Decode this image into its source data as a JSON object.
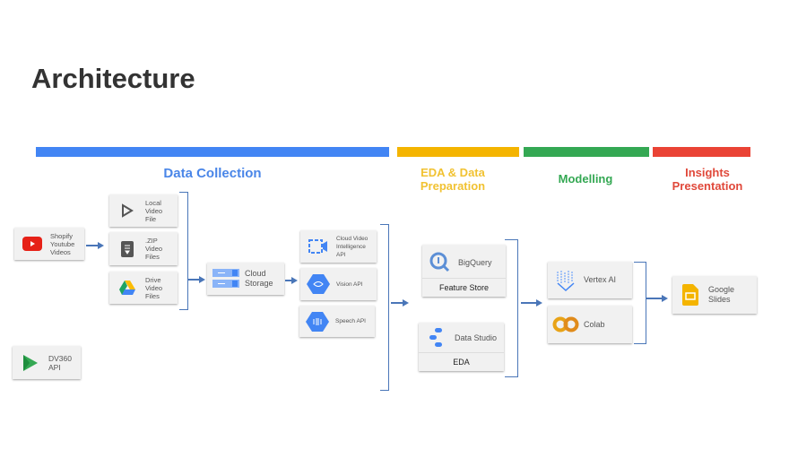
{
  "title": "Architecture",
  "stages": {
    "collection": "Data Collection",
    "eda": "EDA & Data\nPreparation",
    "modelling": "Modelling",
    "insights": "Insights\nPresentation"
  },
  "colors": {
    "blue": "#4285f4",
    "yellow": "#f4b400",
    "green": "#34a853",
    "red": "#ea4335"
  },
  "nodes": {
    "shopify": "Shopify\nYoutube\nVideos",
    "local": "Local\nVideo\nFile",
    "zip": ".ZIP\nVideo\nFiles",
    "drive": "Drive\nVideo\nFiles",
    "storage": "Cloud\nStorage",
    "cvi": "Cloud Video\nIntelligence\nAPI",
    "vision": "Vision API",
    "speech": "Speech API",
    "bigquery": "BigQuery",
    "feature_store": "Feature Store",
    "datastudio": "Data Studio",
    "eda": "EDA",
    "vertex": "Vertex AI",
    "colab": "Colab",
    "slides": "Google\nSlides",
    "dv360": "DV360\nAPI"
  }
}
